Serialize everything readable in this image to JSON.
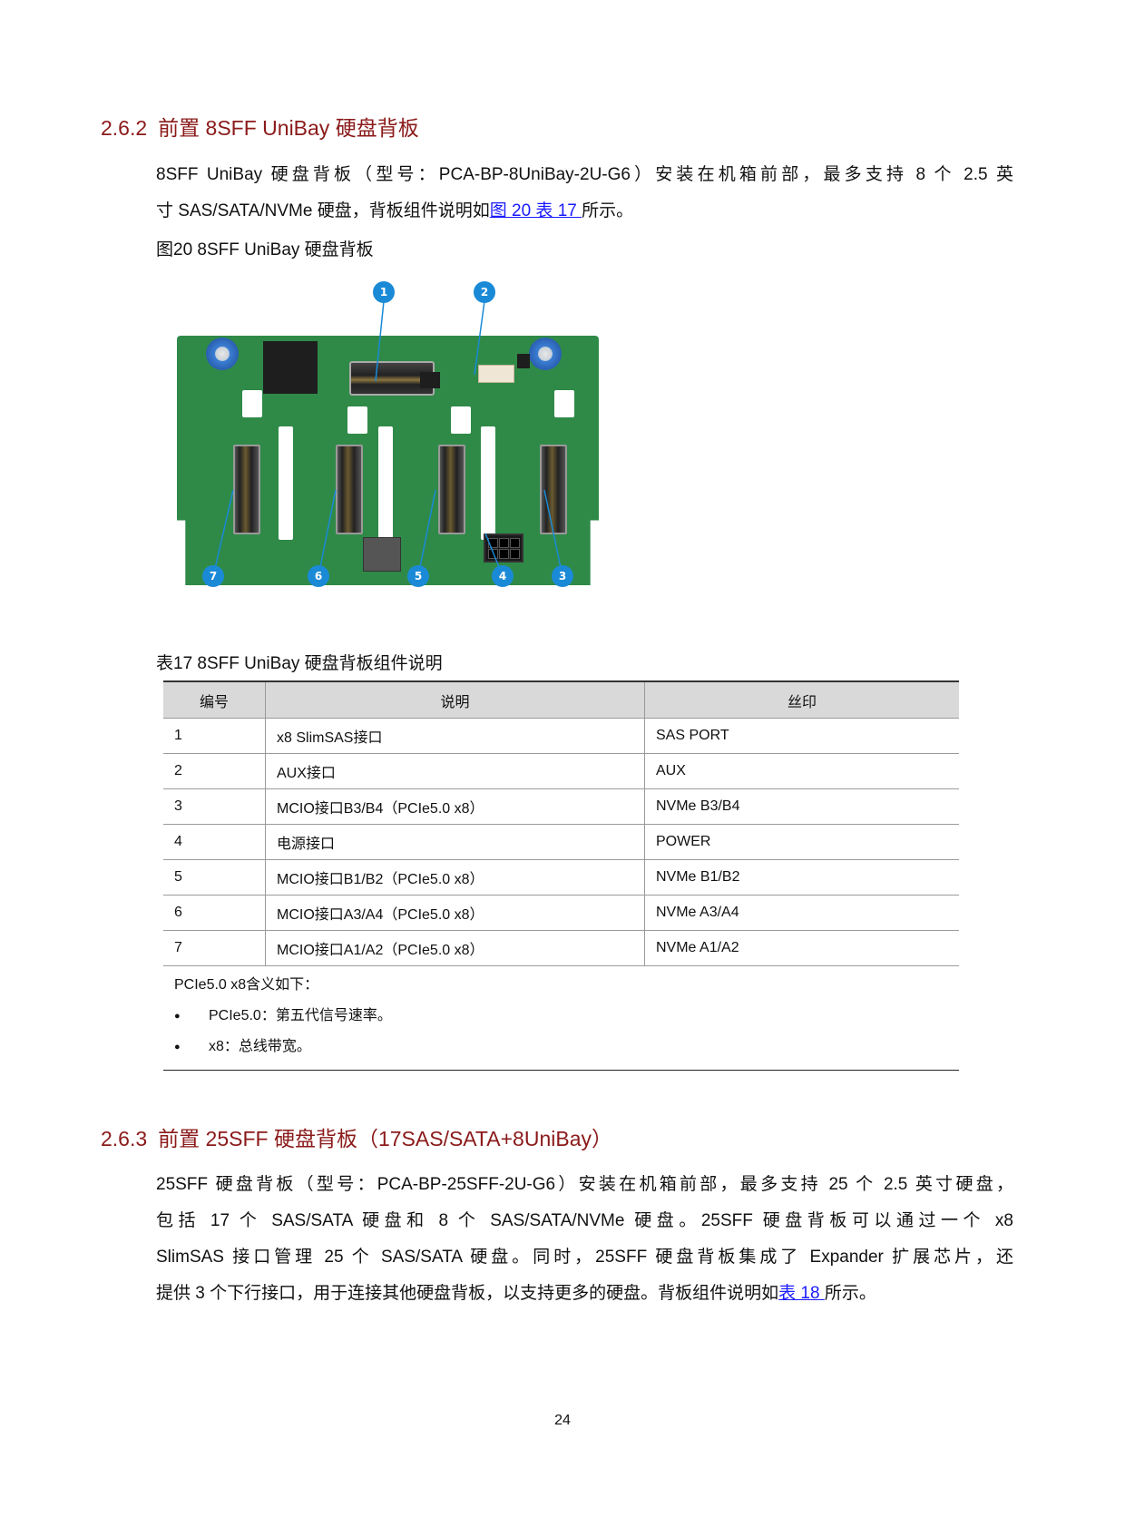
{
  "section_262": {
    "number": "2.6.2",
    "title": "前置 8SFF UniBay 硬盘背板",
    "paragraph": {
      "line1": "8SFF UniBay 硬盘背板（型号：PCA-BP-8UniBay-2U-G6）安装在机箱前部，最多支持 8 个 2.5 英",
      "line2_prefix": "寸 SAS/SATA/NVMe 硬盘，背板组件说明如",
      "line2_link": "图 20 表 17 ",
      "line2_suffix": "所示。"
    },
    "figure_caption": "图20 8SFF UniBay 硬盘背板",
    "figure": {
      "callouts": [
        "1",
        "2",
        "3",
        "4",
        "5",
        "6",
        "7"
      ],
      "callout_color": "#1a8ad6",
      "board_color": "#2f8a48"
    },
    "table_caption": "表17 8SFF UniBay 硬盘背板组件说明",
    "table": {
      "headers": [
        "编号",
        "说明",
        "丝印"
      ],
      "rows": [
        [
          "1",
          "x8 SlimSAS接口",
          "SAS PORT"
        ],
        [
          "2",
          "AUX接口",
          "AUX"
        ],
        [
          "3",
          "MCIO接口B3/B4（PCIe5.0 x8）",
          "NVMe B3/B4"
        ],
        [
          "4",
          "电源接口",
          "POWER"
        ],
        [
          "5",
          "MCIO接口B1/B2（PCIe5.0 x8）",
          "NVMe B1/B2"
        ],
        [
          "6",
          "MCIO接口A3/A4（PCIe5.0 x8）",
          "NVMe A3/A4"
        ],
        [
          "7",
          "MCIO接口A1/A2（PCIe5.0 x8）",
          "NVMe A1/A2"
        ]
      ],
      "note": {
        "intro": "PCIe5.0 x8含义如下：",
        "items": [
          {
            "term": "PCIe5.0",
            "desc": "：第五代信号速率。"
          },
          {
            "term": "x8",
            "desc": "：总线带宽。"
          }
        ]
      }
    }
  },
  "section_263": {
    "number": "2.6.3",
    "title": "前置 25SFF 硬盘背板（17SAS/SATA+8UniBay）",
    "paragraph": {
      "line1": "25SFF 硬盘背板（型号：PCA-BP-25SFF-2U-G6）安装在机箱前部，最多支持 25 个 2.5 英寸硬盘，",
      "line2": "包括 17 个 SAS/SATA 硬盘和 8 个 SAS/SATA/NVMe 硬盘。25SFF 硬盘背板可以通过一个 x8",
      "line3": "SlimSAS 接口管理 25 个 SAS/SATA 硬盘。同时，25SFF 硬盘背板集成了 Expander 扩展芯片，还",
      "line4_prefix": "提供 3 个下行接口，用于连接其他硬盘背板，以支持更多的硬盘。背板组件说明如",
      "line4_link": "表 18 ",
      "line4_suffix": "所示。"
    }
  },
  "page_number": "24",
  "colors": {
    "heading": "#8b1a1a",
    "link": "#1a1aff",
    "table_header_bg": "#d9d9d9"
  }
}
